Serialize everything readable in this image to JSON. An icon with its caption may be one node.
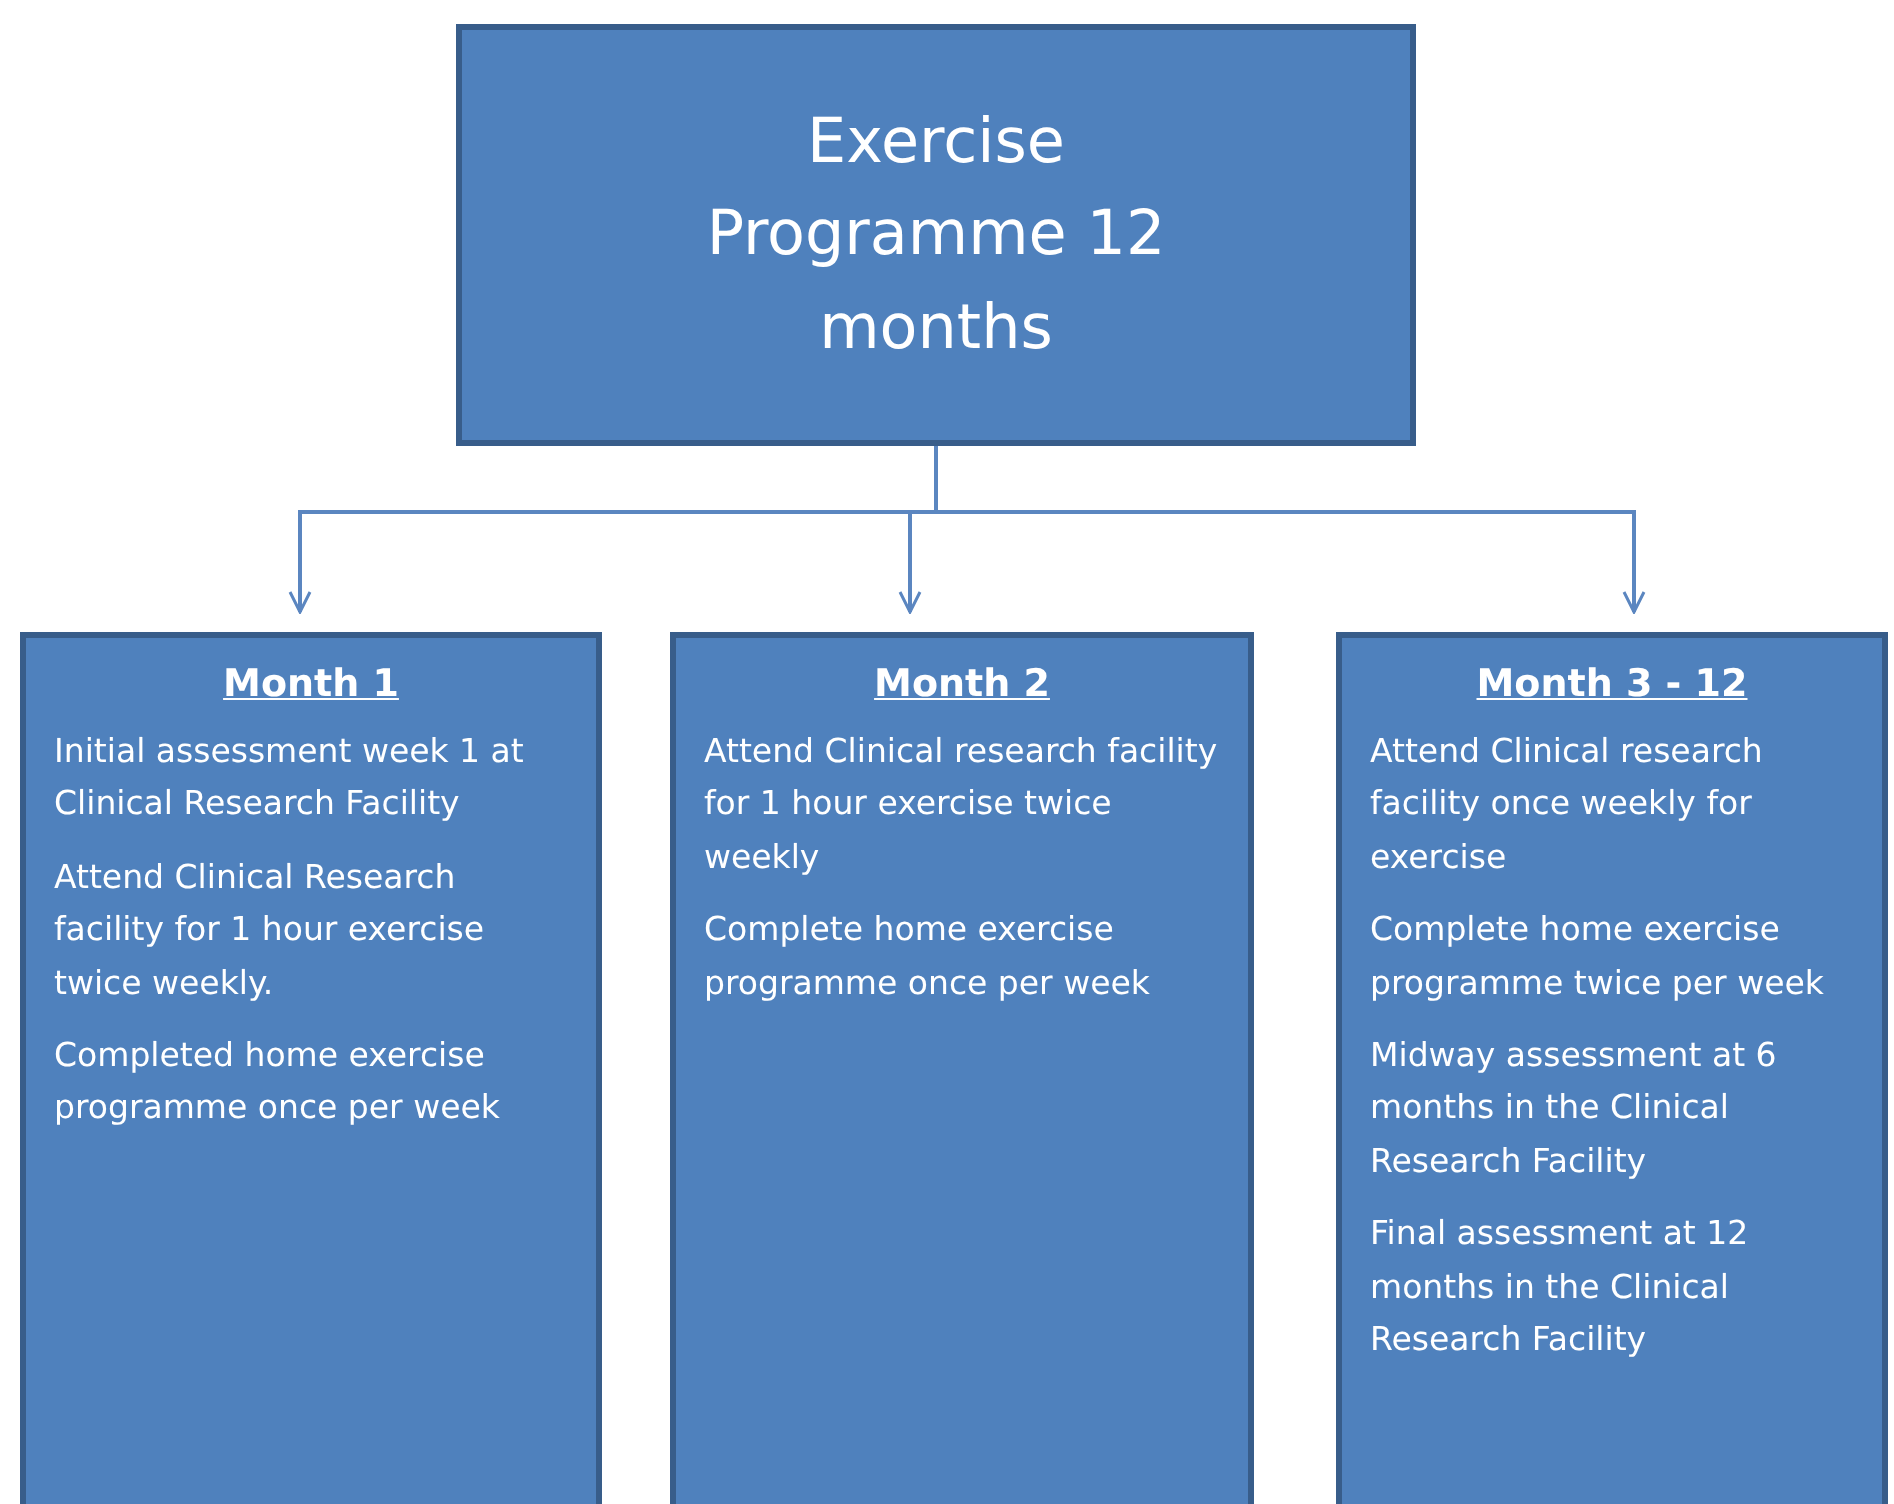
{
  "diagram": {
    "nodes": [
      {
        "text": [
          "Exercise Programme 12 months"
        ]
      },
      {
        "text": [
          "Month 1",
          "Initial assessment week 1 at Clinical Research Facility",
          "Attend Clinical Research facility for 1 hour exercise twice weekly.",
          "Completed home exercise programme once per week"
        ]
      },
      {
        "text": [
          "Month 2",
          "Attend Clinical research facility for 1 hour exercise twice weekly",
          "Complete home exercise programme once per week"
        ]
      },
      {
        "text": [
          "Month 3 - 12",
          "Attend Clinical research facility once weekly for exercise",
          "Complete home exercise programme twice per week",
          "Midway assessment at 6 months in the Clinical Research Facility",
          "Final assessment at 12 months in the Clinical Research Facility"
        ]
      }
    ],
    "edges": [
      {
        "from": 0,
        "to": 1,
        "arrow": "to"
      },
      {
        "from": 0,
        "to": 2,
        "arrow": "to"
      },
      {
        "from": 0,
        "to": 3,
        "arrow": "to"
      }
    ]
  }
}
